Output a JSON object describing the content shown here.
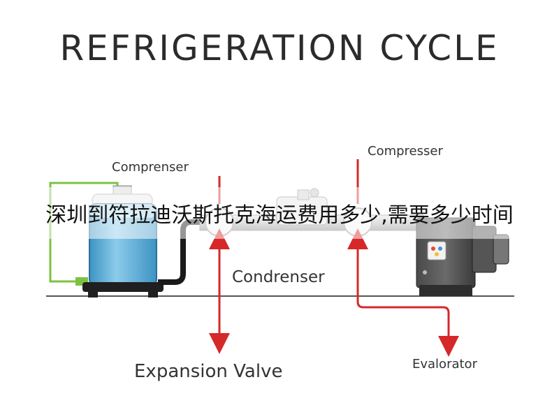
{
  "title": "REFRIGERATION CYCLE",
  "labels": {
    "comprenser": "Comprenser",
    "compresser": "Compresser",
    "condrenser": "Condrenser",
    "expansion_valve": "Expansion Valve",
    "evalorator": "Evalorator"
  },
  "overlay_text": "深圳到符拉迪沃斯托克海运费用多少,需要多少时间",
  "colors": {
    "arrow": "#d62828",
    "pipe": "#1a1a1a",
    "green_line": "#7cc242",
    "tank_water": "#5aaed8"
  }
}
